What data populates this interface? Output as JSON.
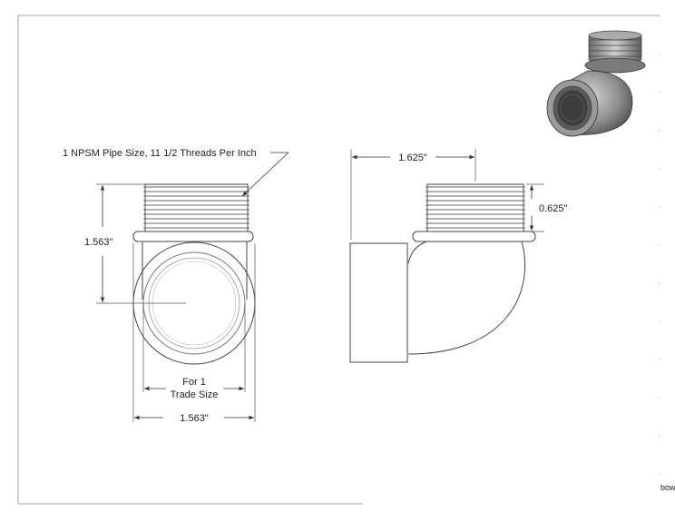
{
  "note": {
    "thread_spec": "1 NPSM Pipe Size, 11 1/2 Threads Per Inch"
  },
  "front_view": {
    "height_dim": "1.563\"",
    "width_dim": "1.563\"",
    "trade_size_line1": "For 1",
    "trade_size_line2": "Trade Size"
  },
  "side_view": {
    "width_dim": "1.625\"",
    "thread_dim": "0.625\""
  },
  "corner_text": "bow",
  "colors": {
    "line": "#444444",
    "render_body": "#8c8c8c",
    "background": "#ffffff"
  },
  "icons": {
    "iso_preview": "pipe-elbow-3d-render-icon"
  }
}
